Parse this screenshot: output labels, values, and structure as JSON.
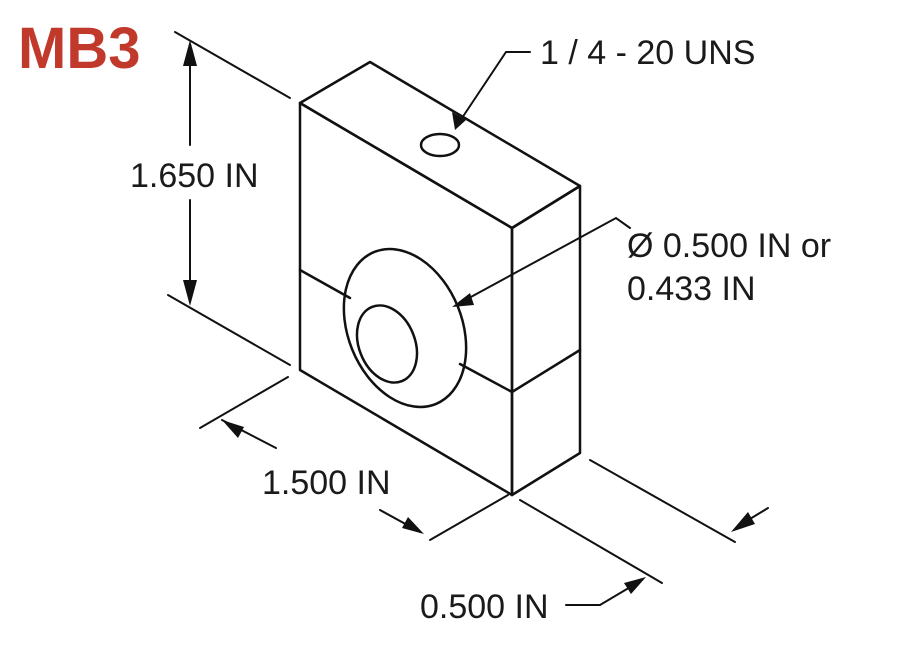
{
  "title": {
    "text": "MB3",
    "color": "#c0392b"
  },
  "labels": {
    "thread": "1 / 4 - 20 UNS",
    "height": "1.650 IN",
    "bore_line1": "Ø 0.500 IN or",
    "bore_line2": "0.433 IN",
    "width": "1.500 IN",
    "depth": "0.500 IN"
  }
}
